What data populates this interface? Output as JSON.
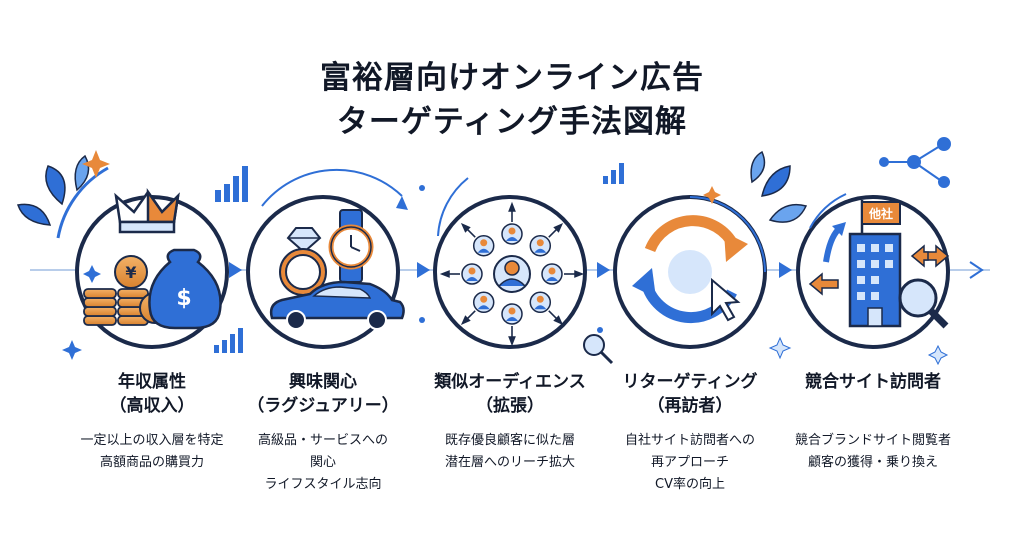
{
  "title": {
    "line1": "富裕層向けオンライン広告",
    "line2": "ターゲティング手法図解"
  },
  "steps": [
    {
      "label1": "年収属性",
      "label2": "（高収入）",
      "desc1": "一定以上の収入層を特定",
      "desc2": "高額商品の購買力",
      "desc3": ""
    },
    {
      "label1": "興味関心",
      "label2": "（ラグジュアリー）",
      "desc1": "高級品・サービスへの",
      "desc2": "関心",
      "desc3": "ライフスタイル志向"
    },
    {
      "label1": "類似オーディエンス",
      "label2": "（拡張）",
      "desc1": "既存優良顧客に似た層",
      "desc2": "潜在層へのリーチ拡大",
      "desc3": ""
    },
    {
      "label1": "リターゲティング",
      "label2": "（再訪者）",
      "desc1": "自社サイト訪問者への",
      "desc2": "再アプローチ",
      "desc3": "CV率の向上"
    },
    {
      "label1": "競合サイト訪問者",
      "label2": "",
      "desc1": "競合ブランドサイト閲覧者",
      "desc2": "顧客の獲得・乗り換え",
      "desc3": ""
    }
  ],
  "icons": {
    "currency": "¥",
    "dollar": "$",
    "competitor_flag": "他社"
  },
  "colors": {
    "primary": "#2f6fd6",
    "light": "#d6e6fb",
    "orange": "#e8893a",
    "dark": "#1b2a4a"
  }
}
